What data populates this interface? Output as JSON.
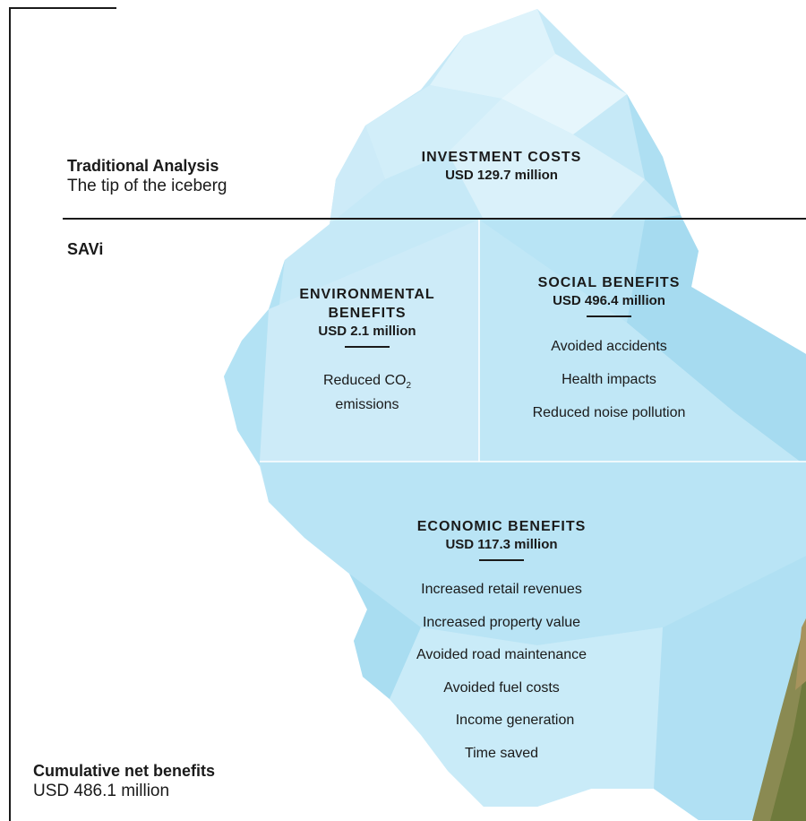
{
  "traditional": {
    "title": "Traditional Analysis",
    "subtitle": "The tip of the iceberg"
  },
  "savi": {
    "label": "SAVi"
  },
  "investment": {
    "title": "INVESTMENT COSTS",
    "value": "USD 129.7 million"
  },
  "environmental": {
    "title_line1": "ENVIRONMENTAL",
    "title_line2": "BENEFITS",
    "value": "USD 2.1 million",
    "item_prefix": "Reduced CO",
    "item_sub": "2",
    "item_suffix": "emissions"
  },
  "social": {
    "title": "SOCIAL BENEFITS",
    "value": "USD 496.4 million",
    "items": [
      "Avoided accidents",
      "Health impacts",
      "Reduced noise pollution"
    ]
  },
  "economic": {
    "title": "ECONOMIC BENEFITS",
    "value": "USD 117.3 million",
    "items": [
      "Increased retail revenues",
      "Increased property value",
      "Avoided road maintenance",
      "Avoided fuel costs",
      "Income generation",
      "Time saved"
    ]
  },
  "cumulative": {
    "title": "Cumulative net benefits",
    "value": "USD 486.1 million"
  },
  "colors": {
    "ice_light": "#d8f0fa",
    "ice_mid": "#bfe6f6",
    "ice_dark": "#9dd8ef",
    "line": "#1a1a1a"
  }
}
